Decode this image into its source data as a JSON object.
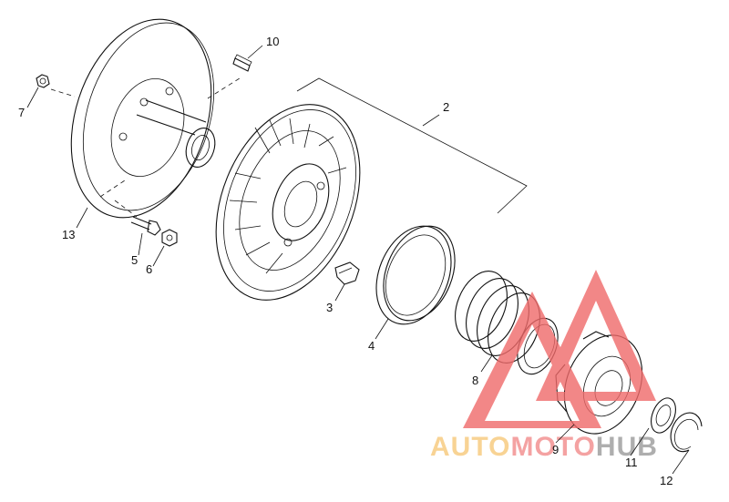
{
  "diagram": {
    "callouts": [
      {
        "id": "p2",
        "label": "2"
      },
      {
        "id": "p3",
        "label": "3"
      },
      {
        "id": "p4",
        "label": "4"
      },
      {
        "id": "p5",
        "label": "5"
      },
      {
        "id": "p6",
        "label": "6"
      },
      {
        "id": "p7",
        "label": "7"
      },
      {
        "id": "p8",
        "label": "8"
      },
      {
        "id": "p9",
        "label": "9"
      },
      {
        "id": "p10",
        "label": "10"
      },
      {
        "id": "p11",
        "label": "11"
      },
      {
        "id": "p12",
        "label": "12"
      },
      {
        "id": "p13",
        "label": "13"
      }
    ]
  },
  "watermark": {
    "part1": "AUTO",
    "part2": "MOTO",
    "part3": "HUB",
    "colors": {
      "part1": "#f7c97a",
      "part2": "#f28c8c",
      "part3": "#9a9a9a",
      "triangle": "#f06a6a"
    }
  }
}
